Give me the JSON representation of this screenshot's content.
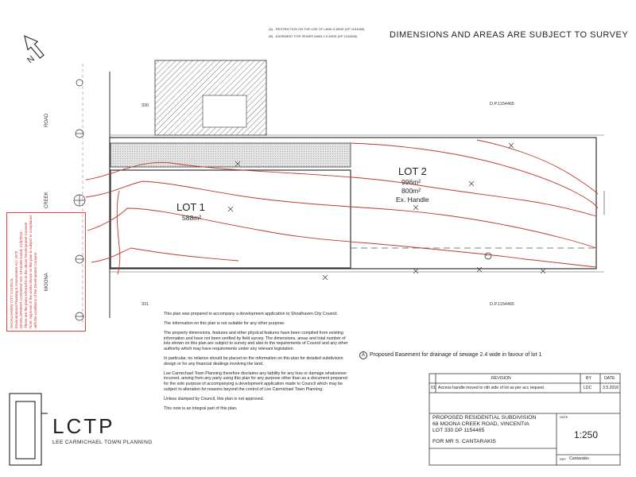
{
  "header": {
    "title": "DIMENSIONS AND AREAS ARE SUBJECT TO SURVEY",
    "restrictions": [
      "(A) - RESTRICTION ON THE USE OF LAND 5 WIDE (DP 1154465)",
      "(B) - EASEMENT FOR SEWER MAIN 2.5 WIDE (DP 1154465)"
    ]
  },
  "north_arrow": {
    "label": "N",
    "icon": "north-arrow-icon"
  },
  "road": {
    "words": [
      "ROAD",
      "CREEK",
      "MOONA"
    ]
  },
  "lots": [
    {
      "name": "LOT 1",
      "area": "588m²"
    },
    {
      "name": "LOT 2",
      "area": "996m²",
      "area2": "800m²",
      "note": "Ex. Handle"
    }
  ],
  "boundary_labels": {
    "dp_top": "D.P.1154465",
    "dp_bottom": "D.P.1154465",
    "lot_330": "330",
    "lot_331": "331"
  },
  "notes": [
    "This plan was prepared to accompany a development application to Shoalhaven City Council.",
    "The information on this plan is not suitable for any other purpose.",
    "The property dimensions, features and other physical features have been compiled from existing information and have not been verified by field survey. The dimensions, areas and total number of lots shown on this plan are subject to survey and also to the requirements of Council and any other authority which may have requirements under any relevant legislation.",
    "In particular, no reliance should be placed on the information on this plan for detailed subdivision design or for any financial dealings involving the land.",
    "Lee Carmichael Town Planning therefore disclaims any liability for any loss or damage whatsoever incurred, arising from any party using this plan for any purpose other than as a document prepared for the sole purpose of accompanying a development application made to Council which may be subject to alteration for reasons beyond the control of Lee Carmichael Town Planning.",
    "Unless stamped by Council, this plan is not approved.",
    "This note is an integral part of this plan."
  ],
  "easement_note": "Proposed Easement for drainage of sewage 2.4 wide in favour of lot 1",
  "easement_symbol": "A",
  "council_stamp": [
    "SHOALHAVEN CITY COUNCIL",
    "Environmental Planning & Assessment Act, 1979",
    "DEVELOPMENT CONSENT NO: SF10498    Dated: 21/6/2016",
    "These are the plans referred to in the above Development Consent",
    "Note: Approval of the works shown on this plan is subject to compliance",
    "with the conditions of the Development Consent"
  ],
  "logo": {
    "mark": "LCTP",
    "name": "LEE CARMICHAEL TOWN PLANNING"
  },
  "title_block": {
    "revision_header": "REVISION",
    "by_header": "BY",
    "date_header": "DATE",
    "revision_no": "01",
    "revision_text": "Access handle moved to nth side of lot as per acc request",
    "revision_by": "LDC",
    "revision_date": "3.5.2016",
    "project_lines": [
      "PROPOSED RESIDENTIAL SUBDIVISION",
      "68 MOONA CREEK ROAD, VINCENTIA",
      "LOT 330 DP 1154465"
    ],
    "client": "FOR MR S. CANTARAKIS",
    "scale_label": "DATE",
    "scale": "1:250",
    "ref_label": "REF",
    "ref": "Cantarakis"
  },
  "colors": {
    "contour": "#c0392b",
    "stamp": "#cc3333",
    "line": "#333333",
    "hatch": "#555555",
    "access_fill": "#d4d4d4"
  }
}
